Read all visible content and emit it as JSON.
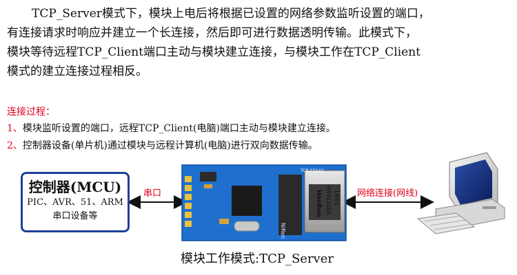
{
  "intro": {
    "lines": [
      "TCP_Server模式下，模块上电后将根据已设置的网络参数监听设置的端口，",
      "有连接请求时响应并建立一个长连接，然后即可进行数据透明传输。此模式下，",
      "模块等待远程TCP_Client端口主动与模块建立连接，与模块工作在TCP_Client",
      "模式的建立连接过程相反。"
    ]
  },
  "steps": {
    "title": "连接过程：",
    "items": [
      {
        "num": "1、",
        "text": "模块监听设置的端口，远程TCP_Client(电脑)端口主动与模块建立连接。"
      },
      {
        "num": "2、",
        "text": "控制器设备(单片机)通过模块与远程计算机(电脑)进行双向数据传输。"
      }
    ]
  },
  "diagram": {
    "mcu": {
      "title": "控制器(MCU)",
      "line1": "PIC、AVR、51、ARM",
      "line2": "串口设备等"
    },
    "uart_label": "串口",
    "net_label": "网络连接(网线)",
    "module": {
      "silk_label": "TCP-232-V1",
      "brand": "HanRun",
      "part": "HR91105A",
      "date": "14/01",
      "maker": "NiRen"
    },
    "caption": "模块工作模式:TCP_Server",
    "colors": {
      "box_border": "#1e3f9a",
      "accent_red": "#e0001b",
      "pcb_blue": "#1f6fcf"
    }
  }
}
